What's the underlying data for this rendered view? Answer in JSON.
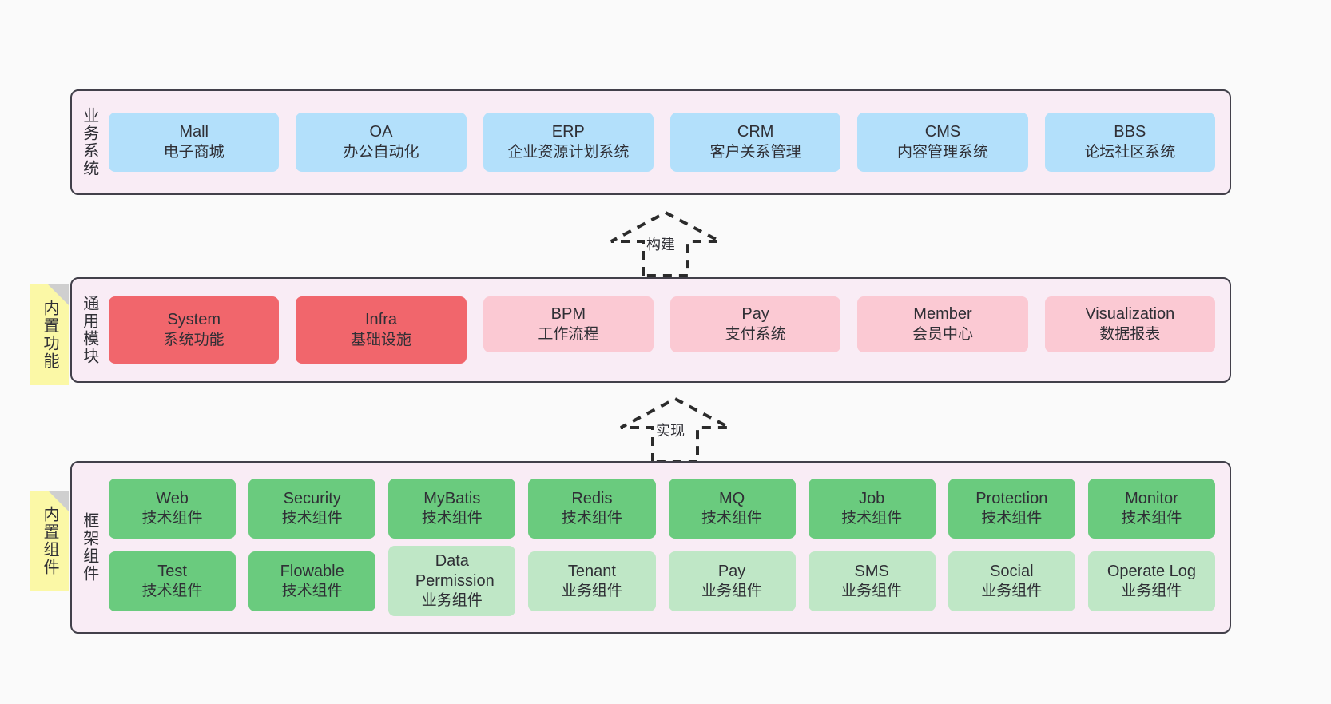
{
  "diagram": {
    "background_color": "#fafafa",
    "layer_fill": "#f9ecf5",
    "layer_border": "#42404a",
    "note_color": "#fbf8a6",
    "colors": {
      "blue": "#b3e0fb",
      "red": "#f1666c",
      "pink": "#fbc9d3",
      "green": "#6acb7e",
      "green_light": "#bfe7c6"
    }
  },
  "layers": {
    "business": {
      "title": "业务系统",
      "items": [
        {
          "en": "Mall",
          "cn": "电子商城"
        },
        {
          "en": "OA",
          "cn": "办公自动化"
        },
        {
          "en": "ERP",
          "cn": "企业资源计划系统"
        },
        {
          "en": "CRM",
          "cn": "客户关系管理"
        },
        {
          "en": "CMS",
          "cn": "内容管理系统"
        },
        {
          "en": "BBS",
          "cn": "论坛社区系统"
        }
      ]
    },
    "common": {
      "title": "通用模块",
      "note": "内置功能",
      "items": [
        {
          "en": "System",
          "cn": "系统功能",
          "color": "red"
        },
        {
          "en": "Infra",
          "cn": "基础设施",
          "color": "red"
        },
        {
          "en": "BPM",
          "cn": "工作流程",
          "color": "pink"
        },
        {
          "en": "Pay",
          "cn": "支付系统",
          "color": "pink"
        },
        {
          "en": "Member",
          "cn": "会员中心",
          "color": "pink"
        },
        {
          "en": "Visualization",
          "cn": "数据报表",
          "color": "pink"
        }
      ]
    },
    "framework": {
      "title": "框架组件",
      "note": "内置组件",
      "row1": [
        {
          "en": "Web",
          "cn": "技术组件",
          "color": "green"
        },
        {
          "en": "Security",
          "cn": "技术组件",
          "color": "green"
        },
        {
          "en": "MyBatis",
          "cn": "技术组件",
          "color": "green"
        },
        {
          "en": "Redis",
          "cn": "技术组件",
          "color": "green"
        },
        {
          "en": "MQ",
          "cn": "技术组件",
          "color": "green"
        },
        {
          "en": "Job",
          "cn": "技术组件",
          "color": "green"
        },
        {
          "en": "Protection",
          "cn": "技术组件",
          "color": "green"
        },
        {
          "en": "Monitor",
          "cn": "技术组件",
          "color": "green"
        }
      ],
      "row2": [
        {
          "en": "Test",
          "cn": "技术组件",
          "color": "green"
        },
        {
          "en": "Flowable",
          "cn": "技术组件",
          "color": "green"
        },
        {
          "en": "Data Permission",
          "cn": "业务组件",
          "color": "green_light"
        },
        {
          "en": "Tenant",
          "cn": "业务组件",
          "color": "green_light"
        },
        {
          "en": "Pay",
          "cn": "业务组件",
          "color": "green_light"
        },
        {
          "en": "SMS",
          "cn": "业务组件",
          "color": "green_light"
        },
        {
          "en": "Social",
          "cn": "业务组件",
          "color": "green_light"
        },
        {
          "en": "Operate Log",
          "cn": "业务组件",
          "color": "green_light"
        }
      ]
    }
  },
  "arrows": [
    {
      "label": "构建"
    },
    {
      "label": "实现"
    }
  ]
}
